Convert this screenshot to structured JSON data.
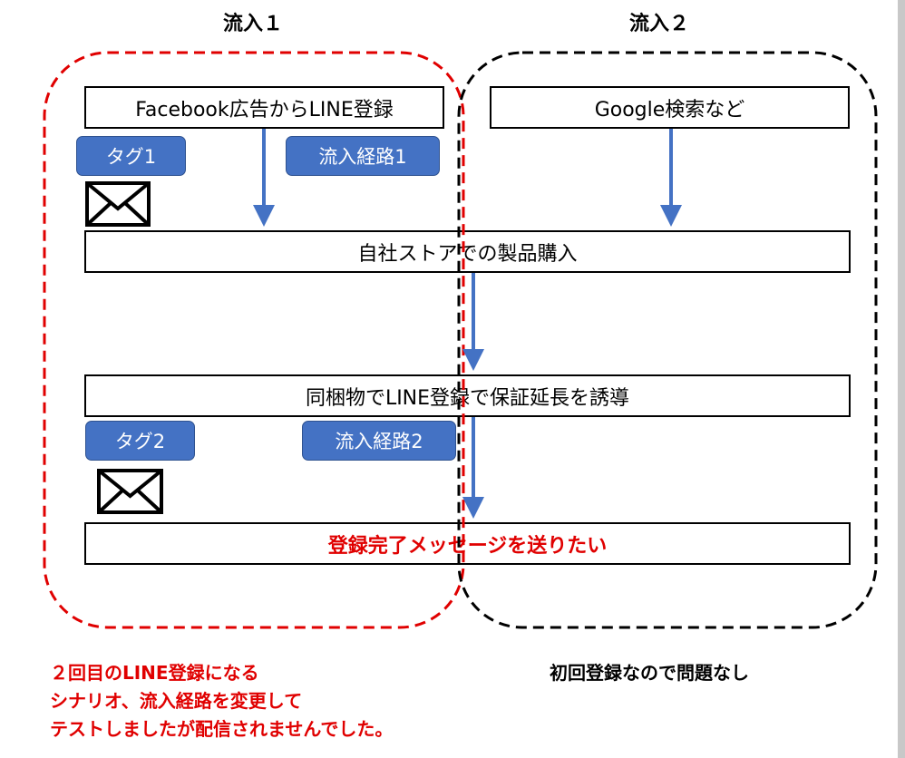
{
  "headers": {
    "flow1": "流入１",
    "flow2": "流入２"
  },
  "boxes": {
    "facebook": "Facebook広告からLINE登録",
    "google": "Google検索など",
    "purchase": "自社ストアでの製品購入",
    "enclosure": "同梱物でLINE登録で保証延長を誘導",
    "complete": "登録完了メッセージを送りたい"
  },
  "tags": {
    "tag1": "タグ1",
    "route1": "流入経路1",
    "tag2": "タグ2",
    "route2": "流入経路2"
  },
  "notes": {
    "left": [
      "２回目のLINE登録になる",
      "シナリオ、流入経路を変更して",
      "テストしましたが配信されませんでした。"
    ],
    "right": "初回登録なので問題なし"
  },
  "colors": {
    "arrow": "#4472c4",
    "tag_fill": "#4472c4",
    "red_region": "#e00000",
    "black_region": "#000000",
    "note_red": "#e00000"
  },
  "icons": {
    "envelope": "envelope-icon"
  }
}
